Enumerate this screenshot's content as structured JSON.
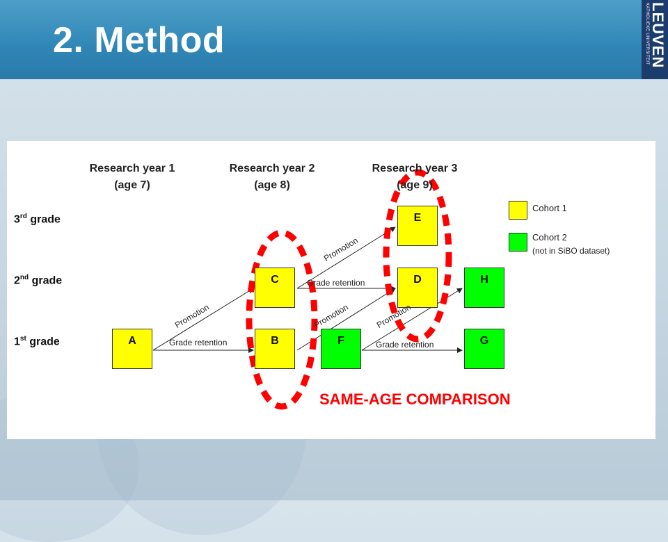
{
  "slide": {
    "title": "2. Method"
  },
  "logo": {
    "small": "KATHOLIEKE UNIVERSITEIT",
    "big": "LEUVEN"
  },
  "columns": [
    {
      "line1": "Research year 1",
      "line2": "(age 7)"
    },
    {
      "line1": "Research year 2",
      "line2": "(age 8)"
    },
    {
      "line1": "Research year 3",
      "line2": "(age 9)"
    }
  ],
  "grades": [
    {
      "num": "3",
      "sup": "rd",
      "word": " grade"
    },
    {
      "num": "2",
      "sup": "nd",
      "word": " grade"
    },
    {
      "num": "1",
      "sup": "st",
      "word": " grade"
    }
  ],
  "boxes": {
    "A": "A",
    "B": "B",
    "C": "C",
    "D": "D",
    "E": "E",
    "F": "F",
    "G": "G",
    "H": "H"
  },
  "arrow_labels": {
    "promotion": "Promotion",
    "grade_retention": "Grade retention"
  },
  "legend": {
    "cohort1": "Cohort 1",
    "cohort2": "Cohort 2",
    "cohort2_note": "(not in SiBO dataset)"
  },
  "callout": "SAME-AGE COMPARISON",
  "colors": {
    "cohort1": "#ffff00",
    "cohort2": "#00ff00",
    "highlight": "#ff0000",
    "title_bar": "#2f86b6"
  }
}
